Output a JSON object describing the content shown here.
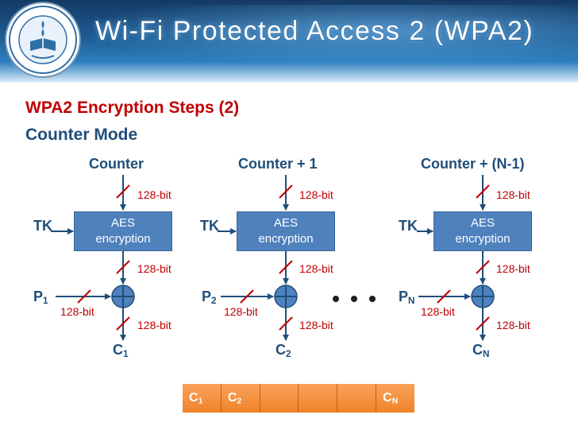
{
  "header": {
    "title": "Wi-Fi Protected Access 2 (WPA2)"
  },
  "slide": {
    "heading": "WPA2 Encryption Steps (2)",
    "subheading": "Counter Mode"
  },
  "blocks": [
    {
      "counter": "Counter",
      "tk": "TK",
      "aes_line1": "AES",
      "aes_line2": "encryption",
      "bits": {
        "in": "128-bit",
        "out": "128-bit",
        "p": "128-bit",
        "c": "128-bit"
      },
      "plain": "P",
      "plain_sub": "1",
      "cipher": "C",
      "cipher_sub": "1"
    },
    {
      "counter": "Counter + 1",
      "tk": "TK",
      "aes_line1": "AES",
      "aes_line2": "encryption",
      "bits": {
        "in": "128-bit",
        "out": "128-bit",
        "p": "128-bit",
        "c": "128-bit"
      },
      "plain": "P",
      "plain_sub": "2",
      "cipher": "C",
      "cipher_sub": "2"
    },
    {
      "counter": "Counter + (N-1)",
      "tk": "TK",
      "aes_line1": "AES",
      "aes_line2": "encryption",
      "bits": {
        "in": "128-bit",
        "out": "128-bit",
        "p": "128-bit",
        "c": "128-bit"
      },
      "plain": "P",
      "plain_sub": "N",
      "cipher": "C",
      "cipher_sub": "N"
    }
  ],
  "ciphertext": [
    {
      "text": "C",
      "sub": "1"
    },
    {
      "text": "C",
      "sub": "2"
    },
    {
      "text": "",
      "sub": ""
    },
    {
      "text": "",
      "sub": ""
    },
    {
      "text": "",
      "sub": ""
    },
    {
      "text": "C",
      "sub": "N"
    }
  ],
  "colors": {
    "accent": "#c00000",
    "text": "#1f4e79",
    "box": "#4f81bd",
    "bar": "#f79646"
  },
  "icons": {
    "xor": "circle-plus-icon",
    "ellipsis": "ellipsis-dots-icon",
    "logo": "university-seal-logo"
  }
}
